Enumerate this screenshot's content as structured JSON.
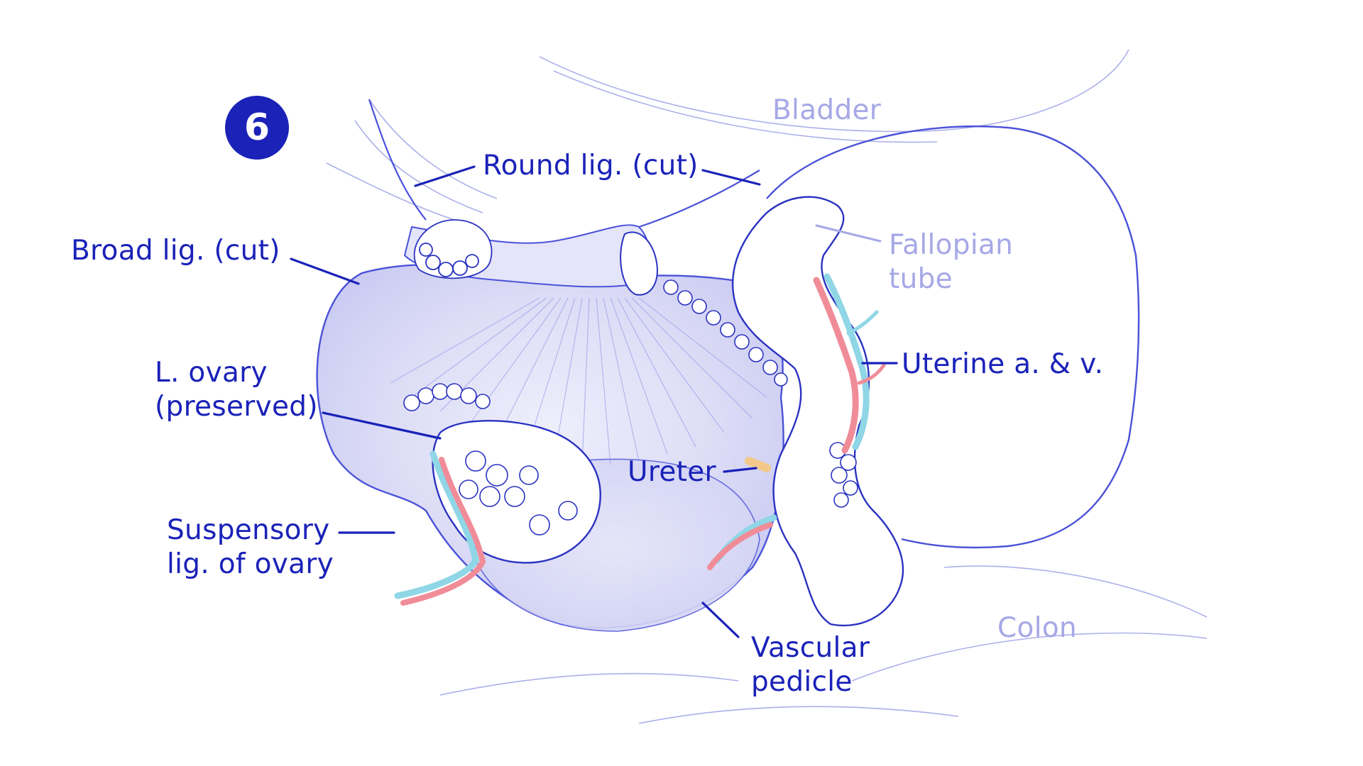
{
  "step_number": "6",
  "colors": {
    "label": "#1a22b8",
    "label_light": "#a6a8e6",
    "outline": "#4a52d8",
    "tissue": "#dcdcf8",
    "artery": "#f08c98",
    "vein": "#8fd6e6",
    "ureter": "#f2c98a"
  },
  "labels": {
    "round_lig": "Round lig. (cut)",
    "broad_lig": "Broad lig. (cut)",
    "l_ovary_line1": "L. ovary",
    "l_ovary_line2": "(preserved)",
    "suspensory_line1": "Suspensory",
    "suspensory_line2": "lig. of ovary",
    "ureter": "Ureter",
    "uterine": "Uterine a. & v.",
    "vascular_line1": "Vascular",
    "vascular_line2": "pedicle",
    "bladder": "Bladder",
    "fallopian_line1": "Fallopian",
    "fallopian_line2": "tube",
    "colon": "Colon"
  }
}
